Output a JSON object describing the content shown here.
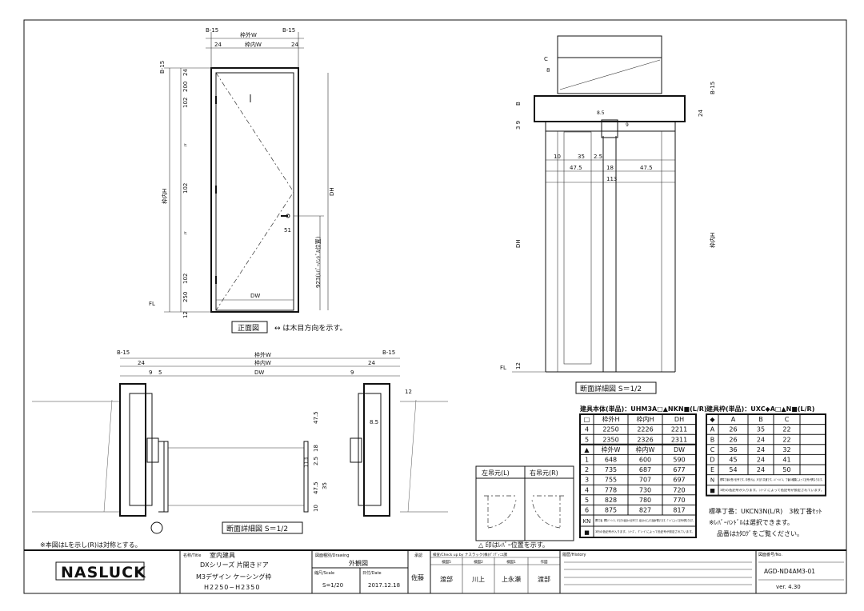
{
  "front_view": {
    "title": "正面図",
    "grain_note": "↔ は木目方向を示す。",
    "dims": {
      "b15a": "B-15",
      "outer_w": "枠外W",
      "inner_w": "枠内W",
      "left24": "24",
      "right24": "24",
      "b15b": "B-15",
      "v24": "24",
      "v200": "200",
      "v102a": "102",
      "vdots1": "〃",
      "v102b": "102",
      "vdots2": "〃",
      "v102c": "102",
      "v250": "250",
      "v12": "12",
      "inner_h": "枠内H",
      "dh": "DH",
      "dw": "DW",
      "lever_h": "923(ﾚﾊﾞｰﾊﾝﾄﾞﾙ位置)",
      "v51": "51",
      "fl": "FL"
    }
  },
  "plan_section": {
    "title": "断面詳細図 S＝1/2",
    "dims": {
      "b15l": "B-15",
      "outer_w": "枠外W",
      "b15r": "B-15",
      "l24": "24",
      "inner_w": "枠内W",
      "r24": "24",
      "l9": "9",
      "l5": "5",
      "dw": "DW",
      "r9": "9",
      "r12": "12",
      "d475a": "47.5",
      "d113": "113",
      "d18": "18",
      "d25": "2.5",
      "d475b": "47.5",
      "d35": "35",
      "d10": "10",
      "d85": "8.5"
    }
  },
  "side_section": {
    "title": "断面詳細図 S＝1/2",
    "dims": {
      "c": "C",
      "v8": "8",
      "b": "B",
      "v39": "3 9",
      "b15": "B-15",
      "v24": "24",
      "v85": "8.5",
      "v9": "9",
      "h10": "10",
      "h35": "35",
      "h25": "2.5",
      "h475a": "47.5",
      "h18": "18",
      "h475b": "47.5",
      "h113": "113",
      "dh": "DH",
      "inner_h": "枠内H",
      "v12": "12",
      "fl": "FL"
    }
  },
  "hinge_diagram": {
    "left": "左吊元(L)",
    "right": "右吊元(R)",
    "note": "△ 印はﾚﾊﾞｰ位置を示す。"
  },
  "door_table": {
    "title": "建具本体(単品)：UHM3A□▲NKN■(L/R)",
    "rows": [
      [
        "□",
        "枠外H",
        "枠内H",
        "DH"
      ],
      [
        "4",
        "2250",
        "2226",
        "2211"
      ],
      [
        "5",
        "2350",
        "2326",
        "2311"
      ],
      [
        "▲",
        "枠外W",
        "枠内W",
        "DW"
      ],
      [
        "1",
        "648",
        "600",
        "590"
      ],
      [
        "2",
        "735",
        "687",
        "677"
      ],
      [
        "3",
        "755",
        "707",
        "697"
      ],
      [
        "4",
        "778",
        "730",
        "720"
      ],
      [
        "5",
        "828",
        "780",
        "770"
      ],
      [
        "6",
        "875",
        "827",
        "817"
      ]
    ],
    "notes": [
      [
        "KN",
        "標準丁番、標準ﾚﾊﾞｰﾊﾝﾄﾞﾙ、戸当りの組合わせ記号です。組合わせにより品番が異なります。ｸﾞﾚｰﾄﾞによって記号が異なります。"
      ],
      [
        "■",
        "3桁の色記号が入ります。ｼﾘｰｽﾞ、ｸﾞﾚｰﾄﾞによって色記号が設定されています。"
      ]
    ]
  },
  "frame_table": {
    "title": "建具枠(単品)：UXC◆A□▲N■(L/R)",
    "rows": [
      [
        "◆",
        "A",
        "B",
        "C",
        ""
      ],
      [
        "A",
        "26",
        "35",
        "22",
        ""
      ],
      [
        "B",
        "26",
        "24",
        "22",
        ""
      ],
      [
        "C",
        "36",
        "24",
        "32",
        ""
      ],
      [
        "D",
        "45",
        "24",
        "41",
        ""
      ],
      [
        "E",
        "54",
        "24",
        "50",
        ""
      ]
    ],
    "notes": [
      [
        "N",
        "標準丁番の受け記号です。枠受けは、戸当り共通です。ﾚﾊﾞｰﾊﾝﾄﾞﾙ、丁番の種類によって記号が異なります。"
      ],
      [
        "■",
        "3桁の色記号が入ります。ｼﾘｰｽﾞによって色記号が設定されています。"
      ]
    ]
  },
  "remarks": {
    "hinge": "標準丁番：UKCN3N(L/R)　3枚丁番ｾｯﾄ",
    "lever": "※ﾚﾊﾞｰﾊﾝﾄﾞﾙは選択できます。",
    "catalog": "品番はｶﾀﾛｸﾞをご覧ください。",
    "symmetry": "※本図はLを示し(R)は対称とする。"
  },
  "title_block": {
    "logo": "NASLUCK",
    "title_label": "名称/Title",
    "title_1": "室内建具",
    "title_2": "DXシリーズ 片開きドア",
    "title_3": "M3デザイン ケーシング枠",
    "title_4": "H2250~H2350",
    "drawing_label": "図面種別/Drawing",
    "drawing": "外観図",
    "scale_label": "縮尺/Scale",
    "scale": "S=1/20",
    "date_label": "日付/Date",
    "date": "2017.12.18",
    "approval_label": "承認",
    "approval": "佐藤",
    "check_label": "検査/Check up by ナスラック(株)ﾀﾞﾝﾃﾞｨﾆｴ課",
    "check_heads": [
      "検図5",
      "検図2",
      "検図1",
      "作図"
    ],
    "check_names": [
      "渡部",
      "川上",
      "上永瀬",
      "渡部"
    ],
    "history_label": "履歴/History",
    "no_label": "図面番号/No.",
    "number": "AGD-ND4AM3-01",
    "version": "ver. 4.30"
  }
}
